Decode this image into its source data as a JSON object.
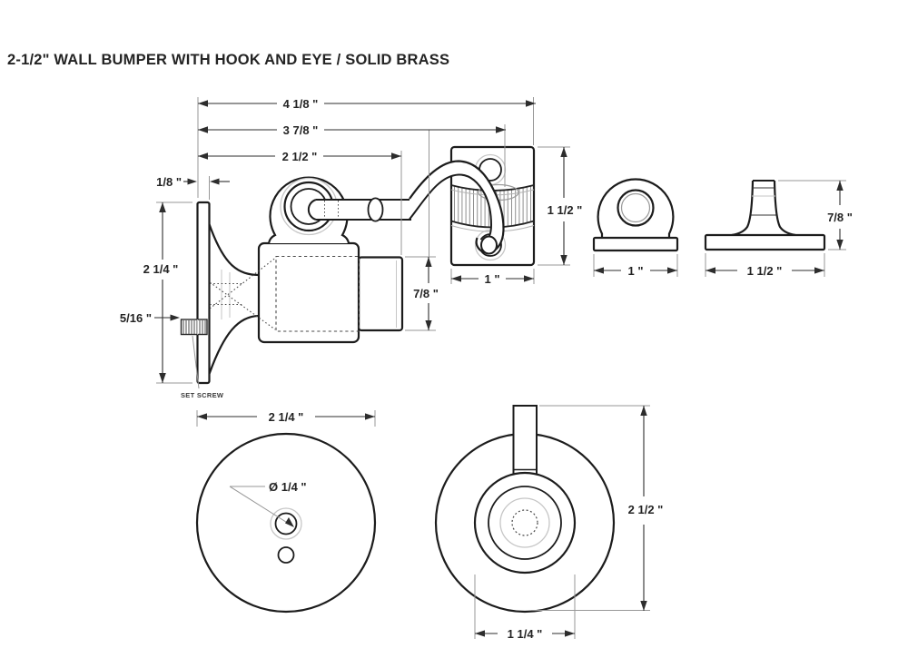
{
  "title": "2-1/2\" WALL BUMPER WITH HOOK AND EYE / SOLID BRASS",
  "side_view": {
    "dims": {
      "overall": "4 1/8 \"",
      "to_eye_bracket": "3 7/8 \"",
      "wall_to_bumper_face": "2 1/2 \"",
      "plate_thickness": "1/8 \"",
      "plate_height": "2 1/4 \"",
      "set_screw_length": "5/16 \"",
      "bumper_height": "7/8 \"",
      "bracket_height": "1 1/2 \"",
      "bracket_width": "1 \""
    },
    "note_set_screw": "SET SCREW"
  },
  "eye_front_view": {
    "dims": {
      "width": "1 \""
    }
  },
  "hook_base_view": {
    "dims": {
      "height": "7/8 \"",
      "width": "1 1/2 \""
    }
  },
  "plate_front_view": {
    "dims": {
      "diameter": "2 1/4 \"",
      "hole_diameter": "Ø 1/4 \""
    }
  },
  "bumper_front_view": {
    "dims": {
      "height": "2 1/2 \"",
      "hub_diameter": "1 1/4 \""
    }
  }
}
